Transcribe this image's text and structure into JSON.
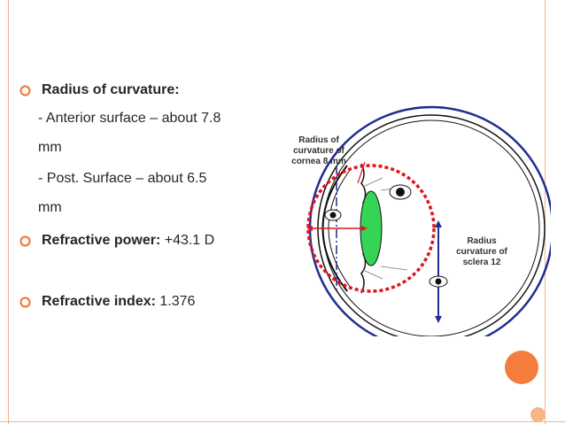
{
  "bullets": [
    {
      "heading": "Radius of curvature:",
      "value": ""
    },
    {
      "heading": "Refractive power:",
      "value": "+43.1 D"
    },
    {
      "heading": "Refractive index:",
      "value": "1.376"
    }
  ],
  "sub_lines": [
    "- Anterior surface – about 7.8",
    "mm",
    "- Post. Surface – about 6.5",
    "mm"
  ],
  "diagram": {
    "cornea_label": [
      "Radius of",
      "curvature of",
      "cornea 8 mm"
    ],
    "sclera_label": [
      "Radius",
      "curvature of",
      "sclera 12"
    ]
  },
  "colors": {
    "bullet": "#f47c3c",
    "cornea_circle": "#e0151e",
    "sclera_circle": "#1f2d8f",
    "lens": "#35d455"
  }
}
